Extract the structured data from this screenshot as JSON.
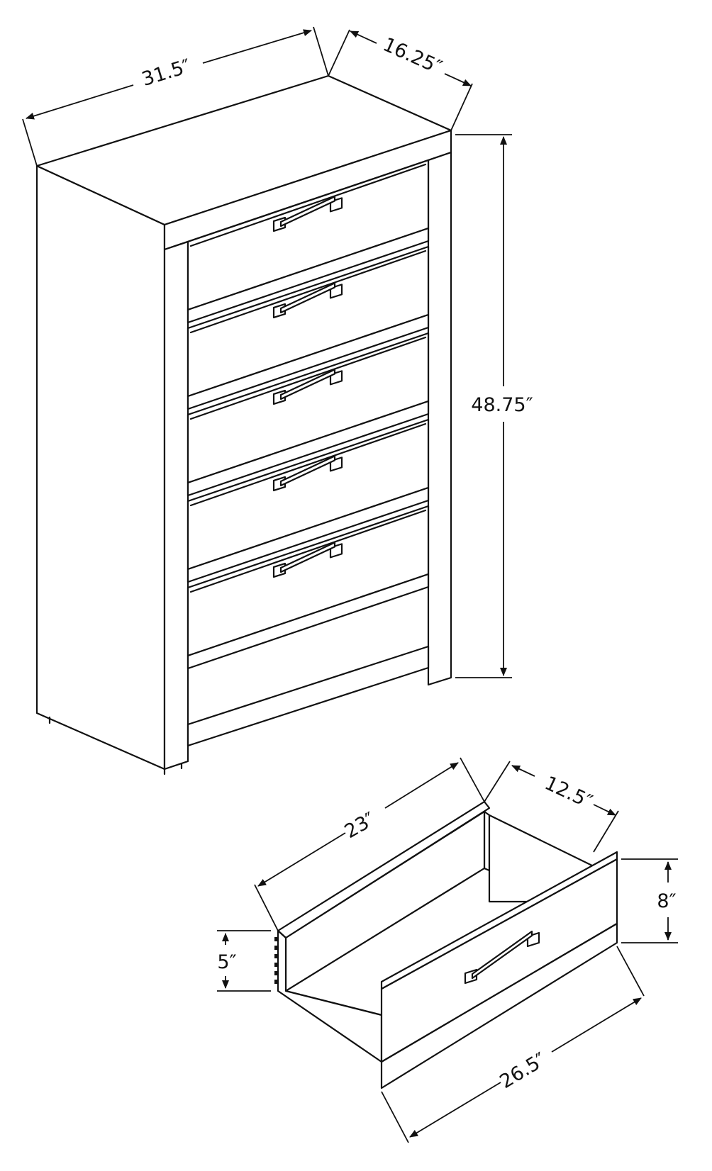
{
  "dresser": {
    "width": "31.5″",
    "depth": "16.25″",
    "height": "48.75″",
    "drawer_count": 5
  },
  "drawer": {
    "inner_width": "23″",
    "inner_depth": "12.5″",
    "front_height": "8″",
    "side_height": "5″",
    "front_width": "26.5″"
  }
}
